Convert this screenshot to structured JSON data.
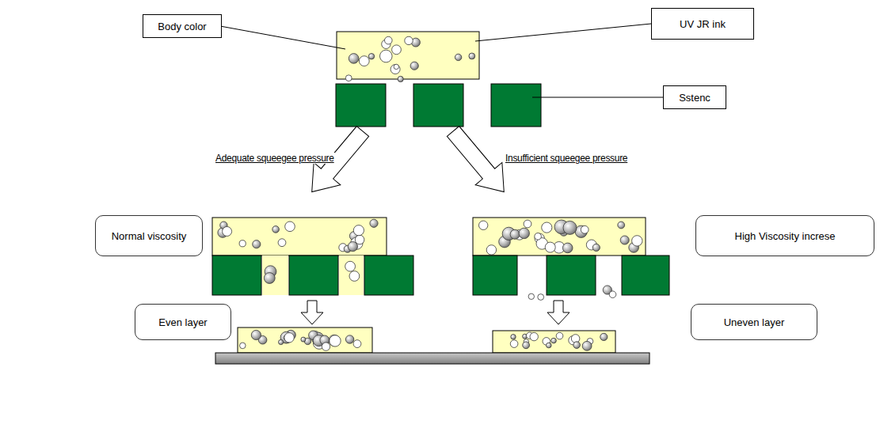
{
  "diagram": {
    "nodes": [
      {
        "text": [
          "Body color"
        ]
      },
      {
        "text": [
          "UV JR ink"
        ]
      },
      {
        "text": [
          "Sstenc"
        ]
      },
      {
        "text": [
          "Normal viscosity"
        ]
      },
      {
        "text": [
          "High Viscosity increse"
        ]
      },
      {
        "text": [
          "Even layer"
        ]
      },
      {
        "text": [
          "Uneven layer"
        ]
      }
    ],
    "labels": [
      "Adequate squeegee pressure",
      "Insufficient squeegee pressure"
    ]
  }
}
